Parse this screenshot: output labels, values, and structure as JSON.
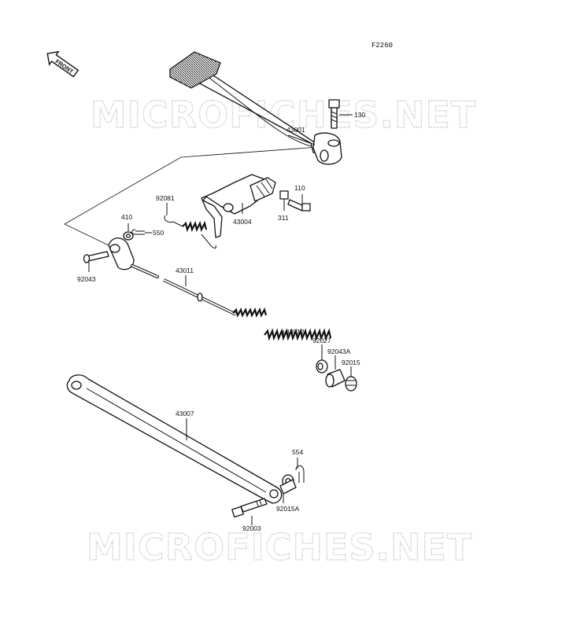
{
  "figure_number": "F2260",
  "front_label": "FRONT",
  "watermark": "MICROFICHES.NET",
  "parts": {
    "p130": "130",
    "p43001": "43001",
    "p110": "110",
    "p92081": "92081",
    "p43004": "43004",
    "p311": "311",
    "p410": "410",
    "p550": "550",
    "p92043": "92043",
    "p43011": "43011",
    "p43012": "43012",
    "p92027": "92027",
    "p92043A": "92043A",
    "p92015": "92015",
    "p43007": "43007",
    "p554": "554",
    "p92015A": "92015A",
    "p92003": "92003"
  }
}
